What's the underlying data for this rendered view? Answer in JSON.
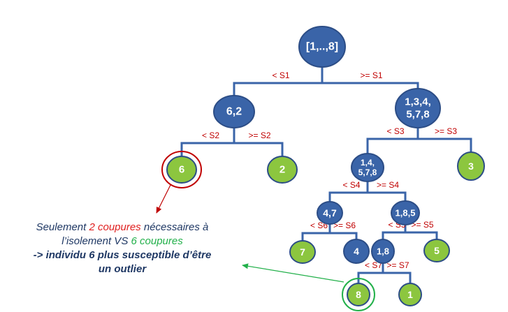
{
  "colors": {
    "internal_node": "#3a64a8",
    "leaf_node": "#8cc63f",
    "node_border": "#2c4d86",
    "edge": "#3a64a8",
    "edge_label": "#c00000",
    "highlight_red": "#c00000",
    "highlight_green": "#22b04a",
    "caption_text": "#1f3864"
  },
  "tree": {
    "nodes": [
      {
        "id": "root",
        "label": "[1,..,8]",
        "type": "internal"
      },
      {
        "id": "n62",
        "label": "6,2",
        "type": "internal"
      },
      {
        "id": "n134578",
        "label": "1,3,4,\n5,7,8",
        "type": "internal"
      },
      {
        "id": "leaf6",
        "label": "6",
        "type": "leaf",
        "highlight": "red"
      },
      {
        "id": "leaf2",
        "label": "2",
        "type": "leaf"
      },
      {
        "id": "n14578",
        "label": "1,4,\n5,7,8",
        "type": "internal"
      },
      {
        "id": "leaf3",
        "label": "3",
        "type": "leaf"
      },
      {
        "id": "n47",
        "label": "4,7",
        "type": "internal"
      },
      {
        "id": "n185",
        "label": "1,8,5",
        "type": "internal"
      },
      {
        "id": "leaf7",
        "label": "7",
        "type": "leaf"
      },
      {
        "id": "leaf4",
        "label": "4",
        "type": "internal"
      },
      {
        "id": "n18",
        "label": "1,8",
        "type": "internal"
      },
      {
        "id": "leaf5",
        "label": "5",
        "type": "leaf"
      },
      {
        "id": "leaf8",
        "label": "8",
        "type": "leaf",
        "highlight": "green"
      },
      {
        "id": "leaf1",
        "label": "1",
        "type": "leaf"
      }
    ],
    "splits": [
      {
        "parent": "root",
        "left": "n62",
        "right": "n134578",
        "left_label": "< S1",
        "right_label": ">= S1"
      },
      {
        "parent": "n62",
        "left": "leaf6",
        "right": "leaf2",
        "left_label": "< S2",
        "right_label": ">= S2"
      },
      {
        "parent": "n134578",
        "left": "n14578",
        "right": "leaf3",
        "left_label": "< S3",
        "right_label": ">= S3"
      },
      {
        "parent": "n14578",
        "left": "n47",
        "right": "n185",
        "left_label": "< S4",
        "right_label": ">= S4"
      },
      {
        "parent": "n47",
        "left": "leaf7",
        "right": "leaf4",
        "left_label": "< S6",
        "right_label": ">= S6"
      },
      {
        "parent": "n185",
        "left": "n18",
        "right": "leaf5",
        "left_label": "< S5",
        "right_label": ">= S5"
      },
      {
        "parent": "n18",
        "left": "leaf8",
        "right": "leaf1",
        "left_label": "< S7",
        "right_label": ">= S7"
      }
    ]
  },
  "caption": {
    "line1_a": "Seulement ",
    "line1_red": "2 coupures",
    "line1_b": " nécessaires à",
    "line2_a": "l’isolement VS ",
    "line2_green": "6 coupures",
    "line3": "-> individu 6 plus susceptible d’être",
    "line4": "un outlier"
  }
}
